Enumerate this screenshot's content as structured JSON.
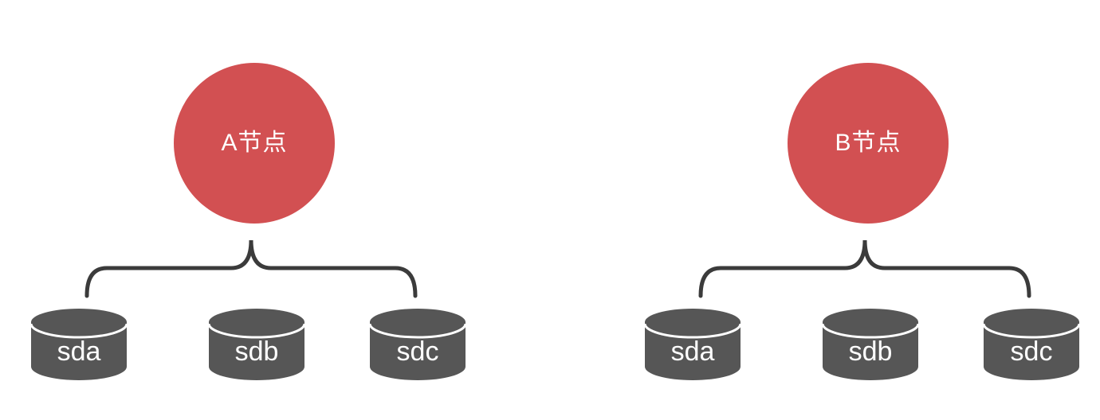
{
  "diagram_title": "node-disk-topology",
  "colors": {
    "background": "#FFFFFF",
    "node_fill": "#D25052",
    "node_text": "#FFFFFF",
    "disk_fill": "#565656",
    "disk_text": "#FFFFFF",
    "disk_highlight": "#FFFFFF",
    "brace_stroke": "#3B3B3B"
  },
  "groups": [
    {
      "node_label": "A节点",
      "disks": [
        {
          "label": "sda"
        },
        {
          "label": "sdb"
        },
        {
          "label": "sdc"
        }
      ]
    },
    {
      "node_label": "B节点",
      "disks": [
        {
          "label": "sda"
        },
        {
          "label": "sdb"
        },
        {
          "label": "sdc"
        }
      ]
    }
  ],
  "icons": {
    "disk": "database-cylinder-icon",
    "connector": "curly-brace-up-icon"
  }
}
